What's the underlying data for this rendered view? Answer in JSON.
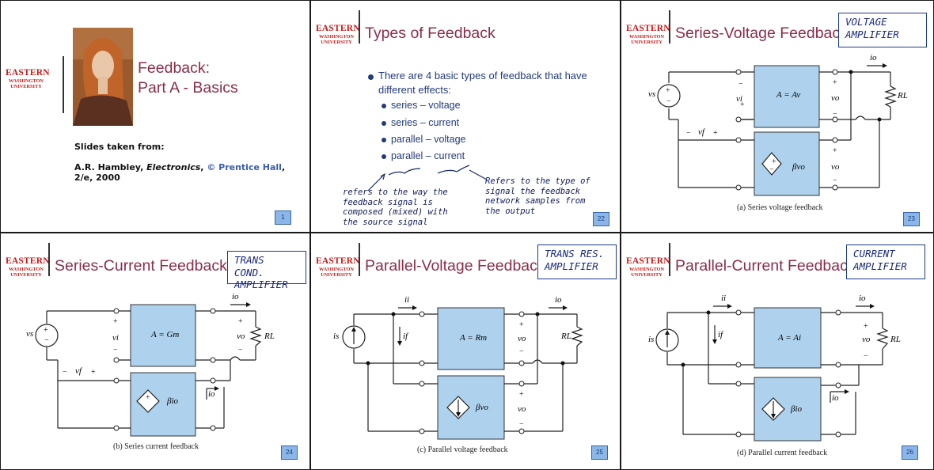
{
  "logo": {
    "line1": "EASTERN",
    "line2": "WASHINGTON",
    "line3": "UNIVERSITY"
  },
  "slides": [
    {
      "title_line1": "Feedback:",
      "title_line2": "Part A - Basics",
      "taken": "Slides taken from:",
      "ref_author": "A.R. Hambley, ",
      "ref_book": "Electronics",
      "ref_sep": ", ",
      "ref_pub": "© Prentice Hall",
      "ref_end": ", 2/e, 2000",
      "number": "1"
    },
    {
      "title": "Types of Feedback",
      "intro": "There are 4 basic types of feedback that have different effects:",
      "types": [
        "series – voltage",
        "series – current",
        "parallel – voltage",
        "parallel – current"
      ],
      "note_left": [
        "refers to the way the",
        "feedback signal is",
        "composed (mixed) with",
        "the source signal"
      ],
      "note_right": [
        "Refers to the type of",
        "signal the feedback",
        "network samples from",
        "the output"
      ],
      "number": "22"
    },
    {
      "title": "Series-Voltage Feedback",
      "handnote": [
        "VOLTAGE",
        "AMPLIFIER"
      ],
      "caption": "(a) Series voltage feedback",
      "block": "A = Av",
      "feedback": "βvo",
      "number": "23"
    },
    {
      "title": "Series-Current Feedback",
      "handnote": [
        "TRANS COND.",
        "AMPLIFIER"
      ],
      "caption": "(b) Series current feedback",
      "block": "A = Gm",
      "feedback": "βio",
      "number": "24"
    },
    {
      "title": "Parallel-Voltage Feedback",
      "handnote": [
        "TRANS RES.",
        "AMPLIFIER"
      ],
      "caption": "(c) Parallel voltage feedback",
      "block": "A = Rm",
      "feedback": "βvo",
      "number": "25"
    },
    {
      "title": "Parallel-Current Feedback",
      "handnote": [
        "CURRENT",
        "AMPLIFIER"
      ],
      "caption": "(d) Parallel current feedback",
      "block": "A = Ai",
      "feedback": "βio",
      "number": "26"
    }
  ],
  "labels": {
    "vs": "vs",
    "is": "is",
    "vi": "vi",
    "vf": "vf",
    "vo": "vo",
    "io": "io",
    "ii": "ii",
    "if": "if",
    "RL": "RL",
    "plus": "+",
    "minus": "−"
  },
  "colors": {
    "title": "#8a2e4a",
    "logo": "#c21a1a",
    "block": "#aed2ee",
    "bullet_text": "#233a7a",
    "page_badge": "#8ab6e8"
  }
}
